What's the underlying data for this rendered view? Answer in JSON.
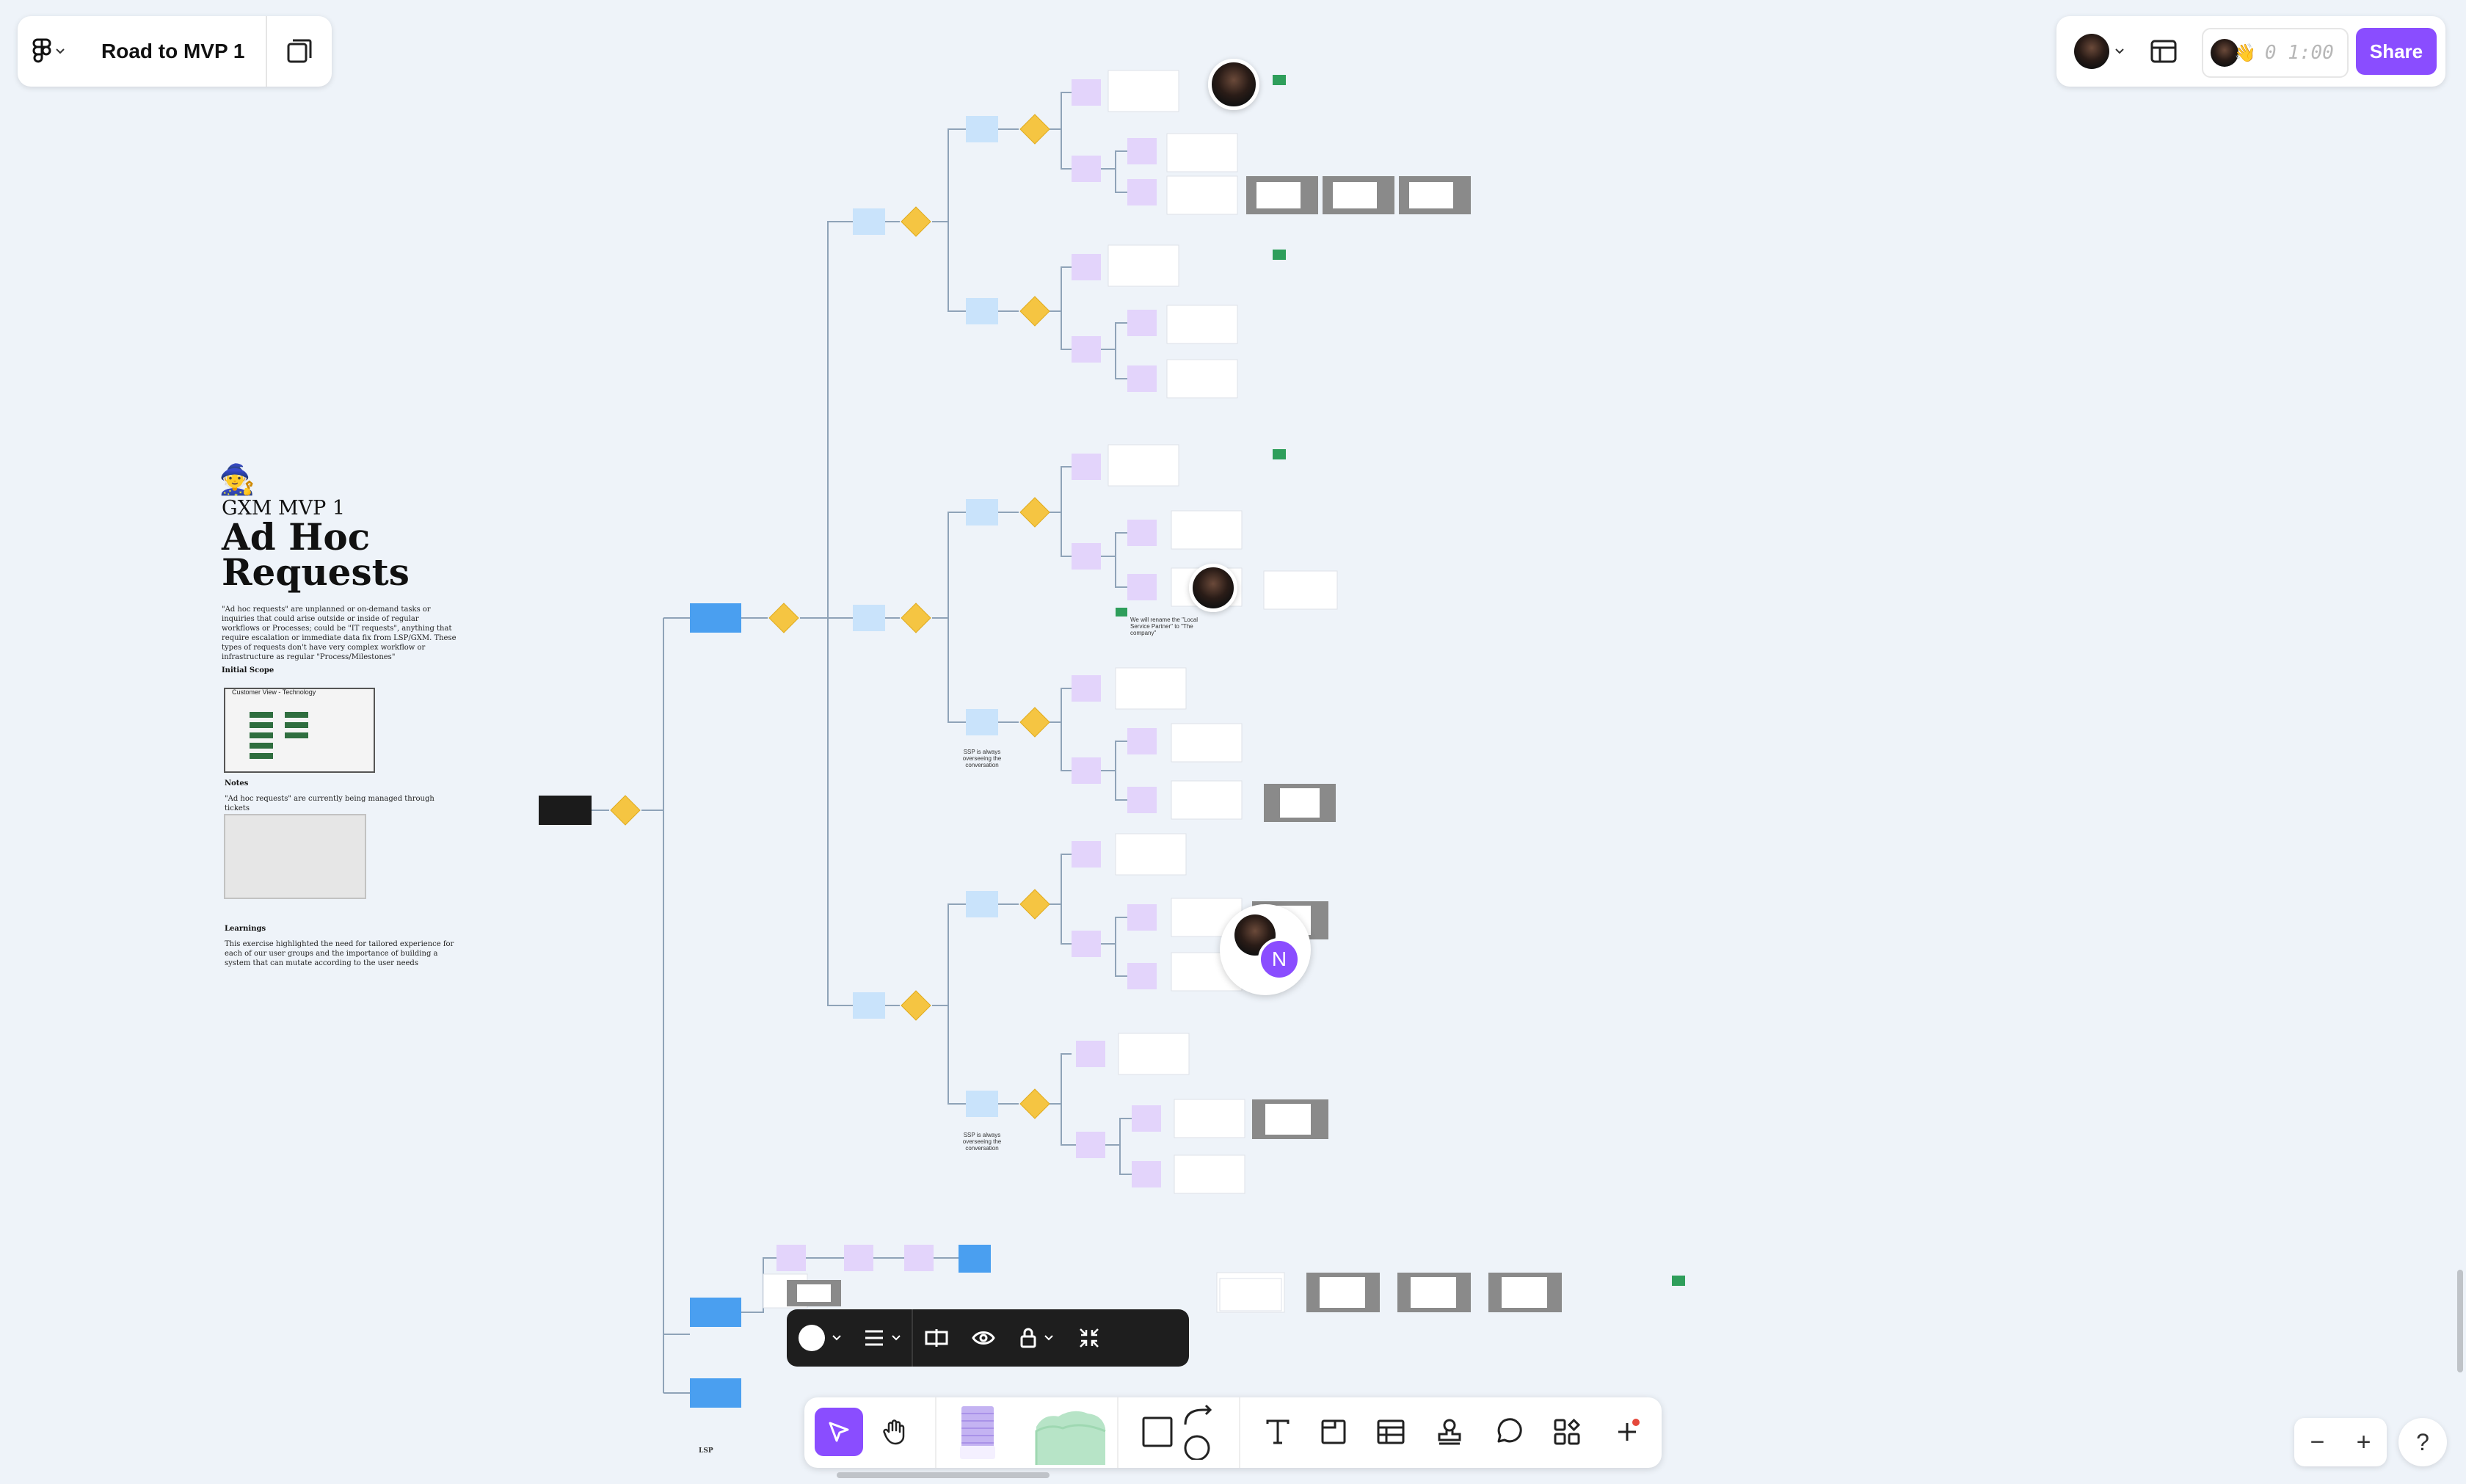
{
  "app": {
    "file_name": "Road to MVP 1"
  },
  "colors": {
    "accent": "#8a4dff",
    "canvas": "#eef3f9",
    "decision": "#f5c542",
    "step_blue": "#4a9ff0",
    "step_light_blue": "#c9e3fb",
    "step_purple": "#e3d4fb",
    "start_node": "#1b1b1b"
  },
  "top_right": {
    "share_label": "Share",
    "timer": "0 1:00"
  },
  "title_block": {
    "kicker": "GXM MVP 1",
    "title_line1": "Ad Hoc",
    "title_line2": "Requests",
    "description": "\"Ad hoc requests\" are unplanned or on-demand tasks or inquiries that could arise outside or inside of regular workflows or Processes; could be \"IT requests\", anything that require escalation or immediate data fix from LSP/GXM. These types of requests don't have very complex workflow or infrastructure as regular \"Process/Milestones\"",
    "initial_scope_label": "Initial Scope",
    "scope_card_title": "Customer View - Technology",
    "notes_label": "Notes",
    "notes_text": "\"Ad hoc requests\" are currently being managed through tickets",
    "learnings_label": "Learnings",
    "learnings_text": "This exercise highlighted the need for tailored experience for each of our user groups and the importance of building a system that can mutate according to the user needs"
  },
  "canvas_labels": {
    "lsp_label": "LSP",
    "note_1": "SSP is always overseeing the conversation",
    "note_2": "SSP is always overseeing the conversation",
    "note_3": "We will rename the \"Local Service Partner\" to \"The company\"",
    "presence_initial": "N"
  },
  "bottom_toolbar": {
    "tools": [
      "move-tool",
      "hand-tool",
      "sticky-note-tool",
      "shape-tool",
      "rectangle-tool",
      "connector-tool",
      "text-tool",
      "section-tool",
      "table-tool",
      "stamp-tool",
      "comment-tool",
      "widgets-tool",
      "add-tool"
    ]
  },
  "zoom": {
    "minus": "−",
    "plus": "+",
    "help": "?"
  }
}
